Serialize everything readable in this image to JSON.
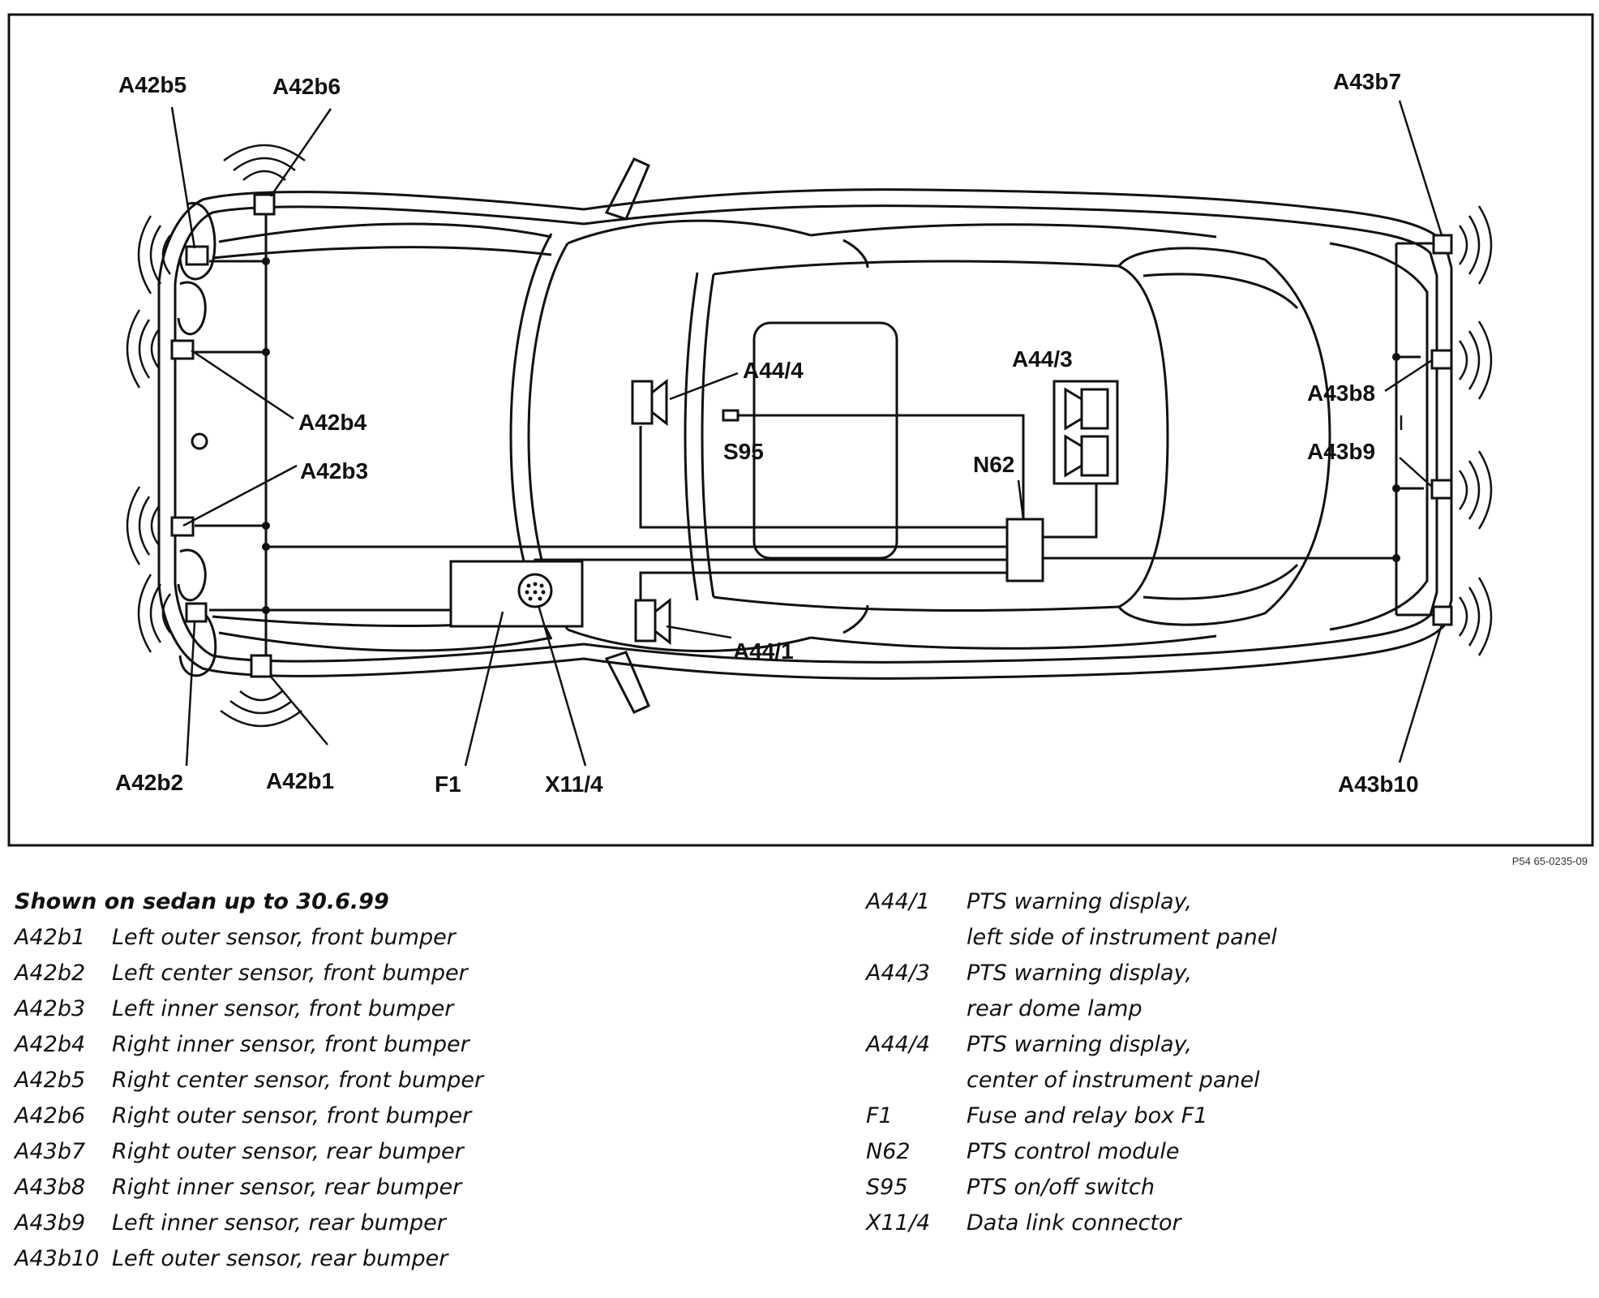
{
  "labels": {
    "a42b5": "A42b5",
    "a42b6": "A42b6",
    "a43b7": "A43b7",
    "a44_4": "A44/4",
    "a44_3": "A44/3",
    "a42b4": "A42b4",
    "a42b3": "A42b3",
    "s95": "S95",
    "n62": "N62",
    "a43b8": "A43b8",
    "a43b9": "A43b9",
    "a44_1": "A44/1",
    "a42b2": "A42b2",
    "a42b1": "A42b1",
    "f1": "F1",
    "x11_4": "X11/4",
    "a43b10": "A43b10"
  },
  "reference_code": "P54 65-0235-09",
  "legend": {
    "caption": "Shown on sedan up to 30.6.99",
    "left": [
      {
        "code": "A42b1",
        "text": "Left outer sensor, front bumper"
      },
      {
        "code": "A42b2",
        "text": "Left center sensor, front bumper"
      },
      {
        "code": "A42b3",
        "text": "Left inner sensor, front bumper"
      },
      {
        "code": "A42b4",
        "text": "Right inner sensor, front bumper"
      },
      {
        "code": "A42b5",
        "text": "Right center sensor, front bumper"
      },
      {
        "code": "A42b6",
        "text": "Right outer sensor, front bumper"
      },
      {
        "code": "A43b7",
        "text": "Right outer sensor, rear bumper"
      },
      {
        "code": "A43b8",
        "text": "Right inner sensor, rear bumper"
      },
      {
        "code": "A43b9",
        "text": "Left inner sensor, rear bumper"
      },
      {
        "code": "A43b10",
        "text": "Left outer sensor, rear bumper"
      }
    ],
    "right": [
      {
        "code": "A44/1",
        "text": "PTS warning display,"
      },
      {
        "code": "",
        "text": "left side of instrument panel"
      },
      {
        "code": "A44/3",
        "text": "PTS warning display,"
      },
      {
        "code": "",
        "text": "rear dome lamp"
      },
      {
        "code": "A44/4",
        "text": "PTS warning display,"
      },
      {
        "code": "",
        "text": "center of instrument panel"
      },
      {
        "code": "F1",
        "text": "Fuse and relay box F1"
      },
      {
        "code": "N62",
        "text": "PTS control module"
      },
      {
        "code": "S95",
        "text": "PTS on/off switch"
      },
      {
        "code": "X11/4",
        "text": "Data link connector"
      }
    ]
  }
}
